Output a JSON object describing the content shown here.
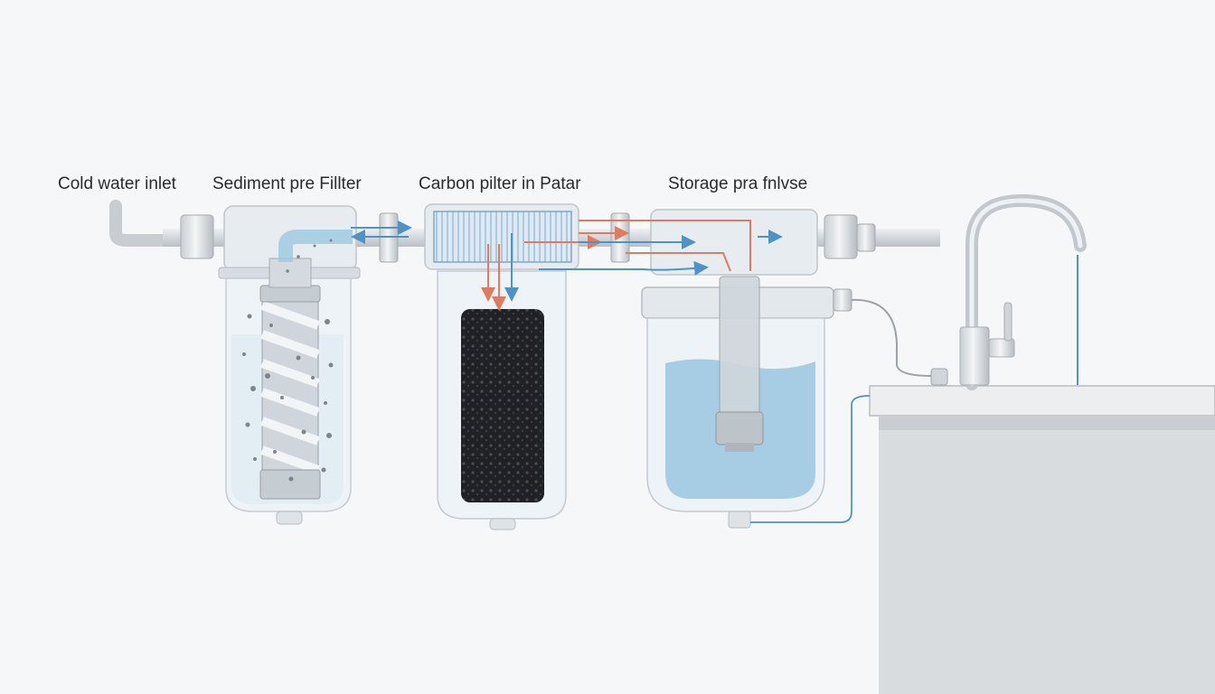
{
  "labels": {
    "cold_water_inlet": "Cold water inlet",
    "sediment_prefilter": "Sediment pre Fillter",
    "carbon_filter": "Carbon pilter in Patar",
    "storage": "Storage pra fnlvse"
  },
  "colors": {
    "background": "#f6f7f8",
    "pipe": "#d4d8dc",
    "housing": "#e9eef2",
    "water": "#9cc8e0",
    "clean_flow": "#4f93c4",
    "dirty_flow": "#e07a60",
    "carbon": "#1f2125",
    "cabinet": "#d9dcdf"
  }
}
